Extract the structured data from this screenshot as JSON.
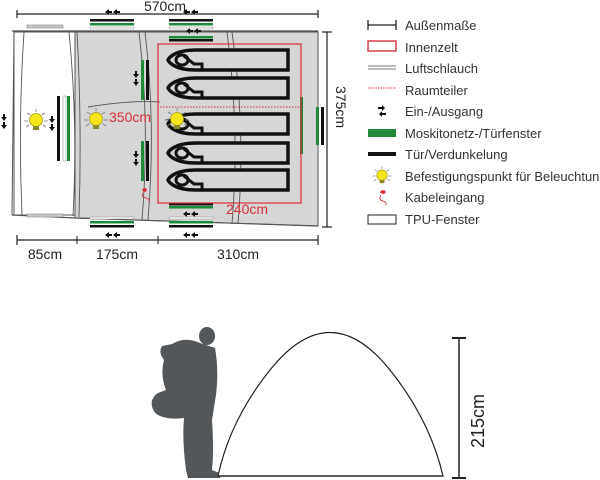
{
  "floorplan": {
    "dims": {
      "total_length": "570cm",
      "width": "375cm",
      "inner_length": "350cm",
      "inner_width": "240cm",
      "section_1": "85cm",
      "section_2": "175cm",
      "section_3": "310cm"
    },
    "sleeping_places": 5
  },
  "legend": {
    "items": [
      {
        "icon": "dimension-line-icon",
        "label": "Außenmaße"
      },
      {
        "icon": "inner-tent-icon",
        "label": "Innenzelt"
      },
      {
        "icon": "air-tube-icon",
        "label": "Luftschlauch"
      },
      {
        "icon": "room-divider-icon",
        "label": "Raumteiler"
      },
      {
        "icon": "entrance-arrows-icon",
        "label": "Ein-/Ausgang"
      },
      {
        "icon": "mosquito-net-icon",
        "label": "Moskitonetz-/Türfenster"
      },
      {
        "icon": "door-icon",
        "label": "Tür/Verdunkelung"
      },
      {
        "icon": "light-bulb-icon",
        "label": "Befestigungspunkt für Beleuchtung"
      },
      {
        "icon": "cable-entry-icon",
        "label": "Kabeleingang"
      },
      {
        "icon": "tpu-window-icon",
        "label": "TPU-Fenster"
      }
    ]
  },
  "side_view": {
    "height": "215cm"
  },
  "colors": {
    "inner_tent": "#d9303b",
    "mosquito": "#1f8a3a",
    "door": "#111111",
    "floor": "#d6d6d6",
    "bulb": "#f5e61a",
    "silhouette": "#53575a"
  }
}
